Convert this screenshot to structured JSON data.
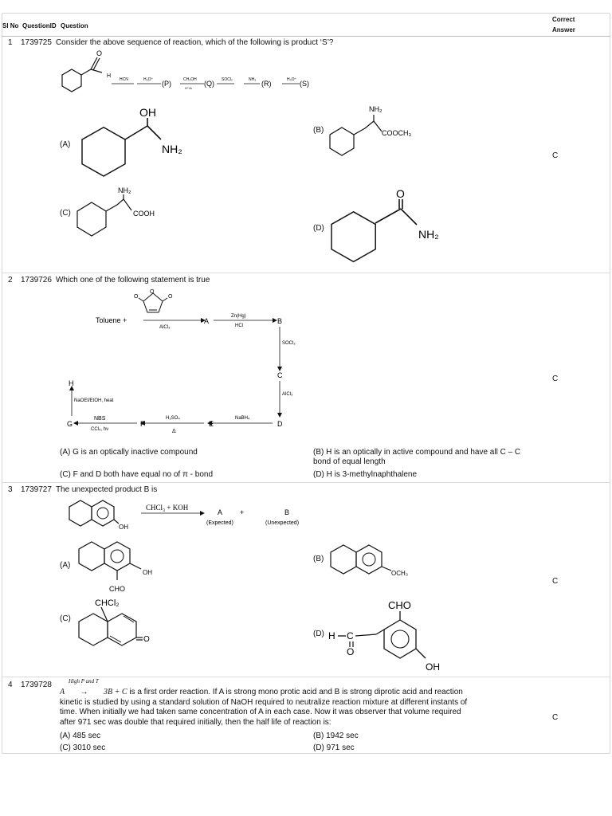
{
  "header": {
    "sl_no": "Sl No",
    "question_id": "QuestionID",
    "question": "Question",
    "correct_answer_line1": "Correct",
    "correct_answer_line2": "Answer"
  },
  "questions": [
    {
      "num": "1",
      "id": "1739725",
      "text": "Consider the above sequence of reaction, which of the following is product ‘S’?",
      "scheme": {
        "start_label": "H",
        "reagent1": "HCN",
        "reagent2": "H₃O⁺",
        "p": "(P)",
        "reagent3": "CH₃OH",
        "reagent3_sub": "H⁺/Δ",
        "q": "(Q)",
        "reagent4": "SOCl₂",
        "reagent5": "NH₃",
        "r": "(R)",
        "reagent6": "H₃O⁺",
        "s": "(S)"
      },
      "options": {
        "A": {
          "label": "(A)",
          "oh": "OH",
          "nh2": "NH₂"
        },
        "B": {
          "label": "(B)",
          "nh2": "NH₂",
          "cooch": "COOCH₃"
        },
        "C": {
          "label": "(C)",
          "nh2": "NH₂",
          "cooh": "COOH"
        },
        "D": {
          "label": "(D)",
          "o": "O",
          "nh2": "NH₂"
        }
      },
      "answer": "C"
    },
    {
      "num": "2",
      "id": "1739726",
      "text": "Which one of the following statement is true",
      "scheme": {
        "toluene": "Toluene +",
        "alcl3": "AlCl₃",
        "a": "A",
        "znhg": "Zn(Hg)",
        "hcl": "HCl",
        "b": "B",
        "socl2": "SOCl₂",
        "c": "C",
        "alcl3_2": "AlCl₃",
        "d": "D",
        "nabh4": "NaBH₄",
        "e": "E",
        "h2so4": "H₂SO₄",
        "delta": "Δ",
        "f": "F",
        "nbs": "NBS",
        "ccl4": "CCl₄, hν",
        "g": "G",
        "naoet": "NaOEt/EtOH, heat",
        "h": "H",
        "o": "O"
      },
      "options": {
        "A": "(A) G is an optically inactive compound",
        "B1": "(B) H is an optically in active compound and have all C – C",
        "B2": "bond of equal length",
        "C": "(C) F and D both have equal no of π - bond",
        "D": "(D) H is 3-methylnaphthalene"
      },
      "answer": "C"
    },
    {
      "num": "3",
      "id": "1739727",
      "text": "The unexpected product B is",
      "scheme": {
        "oh": "OH",
        "reagent": "CHCl₃ + KOH",
        "a": "A",
        "plus": "+",
        "b": "B",
        "expected": "(Expected)",
        "unexpected": "(Unexpected)"
      },
      "options": {
        "A": {
          "label": "(A)",
          "oh": "OH",
          "cho": "CHO"
        },
        "B": {
          "label": "(B)",
          "och3": "OCH₃"
        },
        "C": {
          "label": "(C)",
          "chcl2": "CHCl₂",
          "o": "O"
        },
        "D": {
          "label": "(D)",
          "h": "H",
          "c": "C",
          "o": "O",
          "cho": "CHO",
          "oh": "OH"
        }
      },
      "answer": "C"
    },
    {
      "num": "4",
      "id": "1739728",
      "cond": "High P and T",
      "eq_a": "A",
      "eq_arrow": "→",
      "eq_rest": "3B + C",
      "text1": "is a first order reaction. If A is strong mono protic acid and B is strong diprotic acid and reaction",
      "text2": "kinetic is studied by using a standard solution of NaOH required to neutralize reaction mixture at different instants of",
      "text3": "time. When initially we had taken same concentration of A in each case. Now it was observer that volume required",
      "text4": "after 971 sec was double that required initially, then the half life of reaction is:",
      "options": {
        "A": "(A) 485 sec",
        "B": "(B) 1942 sec",
        "C": "(C) 3010 sec",
        "D": "(D) 971 sec"
      },
      "answer": "C"
    }
  ]
}
